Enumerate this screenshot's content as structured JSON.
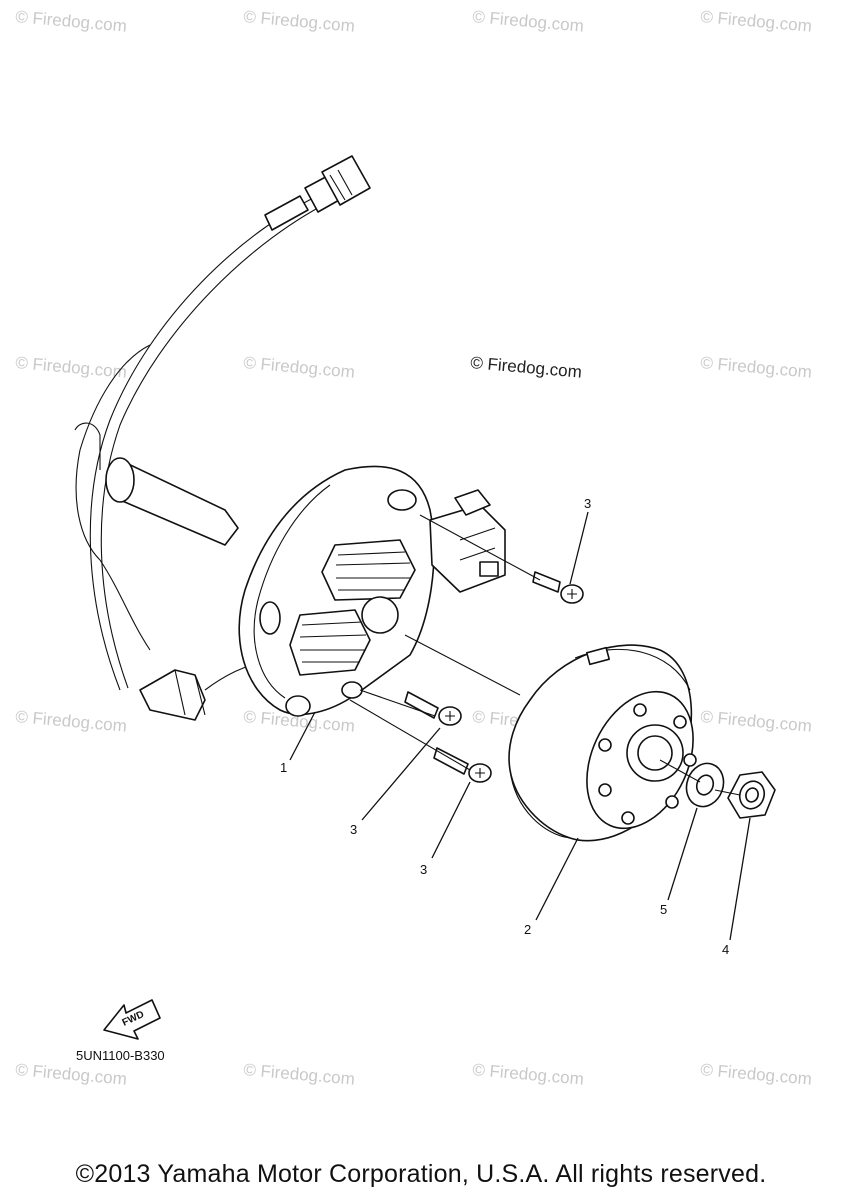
{
  "watermark": {
    "text": "© Firedog.com",
    "center_text": "© Firedog.com"
  },
  "callouts": [
    {
      "id": "1",
      "label": "1"
    },
    {
      "id": "2",
      "label": "2"
    },
    {
      "id": "3a",
      "label": "3"
    },
    {
      "id": "3b",
      "label": "3"
    },
    {
      "id": "3c",
      "label": "3"
    },
    {
      "id": "4",
      "label": "4"
    },
    {
      "id": "5",
      "label": "5"
    }
  ],
  "fwd_label": "FWD",
  "diagram_code": "5UN1100-B330",
  "footer": {
    "copyright": "©2013 Yamaha Motor Corporation, U.S.A. All rights reserved."
  }
}
